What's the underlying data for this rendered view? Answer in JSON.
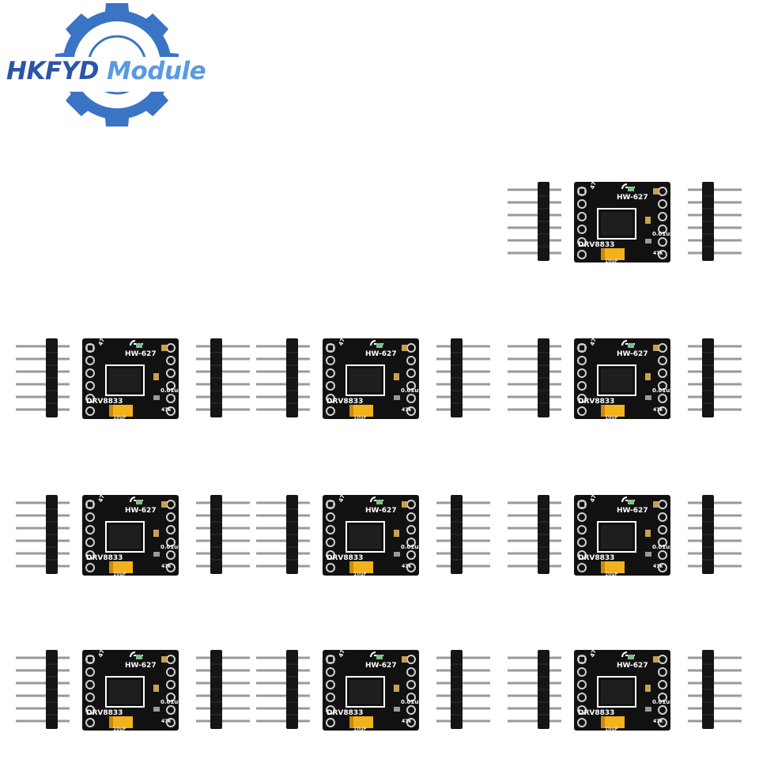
{
  "logo": {
    "text_part1": "HKFYD",
    "text_part2": " Module",
    "primary_color": "#2c55a8",
    "secondary_color": "#5a9ae0",
    "icon": "gear-icon"
  },
  "board_silkscreen": {
    "model": "HW-627",
    "chip": "DRV8833",
    "resistor": "47k",
    "resistor_small": "47k",
    "capacitor": "0.01uF",
    "tantalum_cap": "10uF"
  },
  "product": {
    "module_count": 10,
    "pins_per_header": 6,
    "board_color": "#111111",
    "tantalum_color": "#f2b21b"
  }
}
